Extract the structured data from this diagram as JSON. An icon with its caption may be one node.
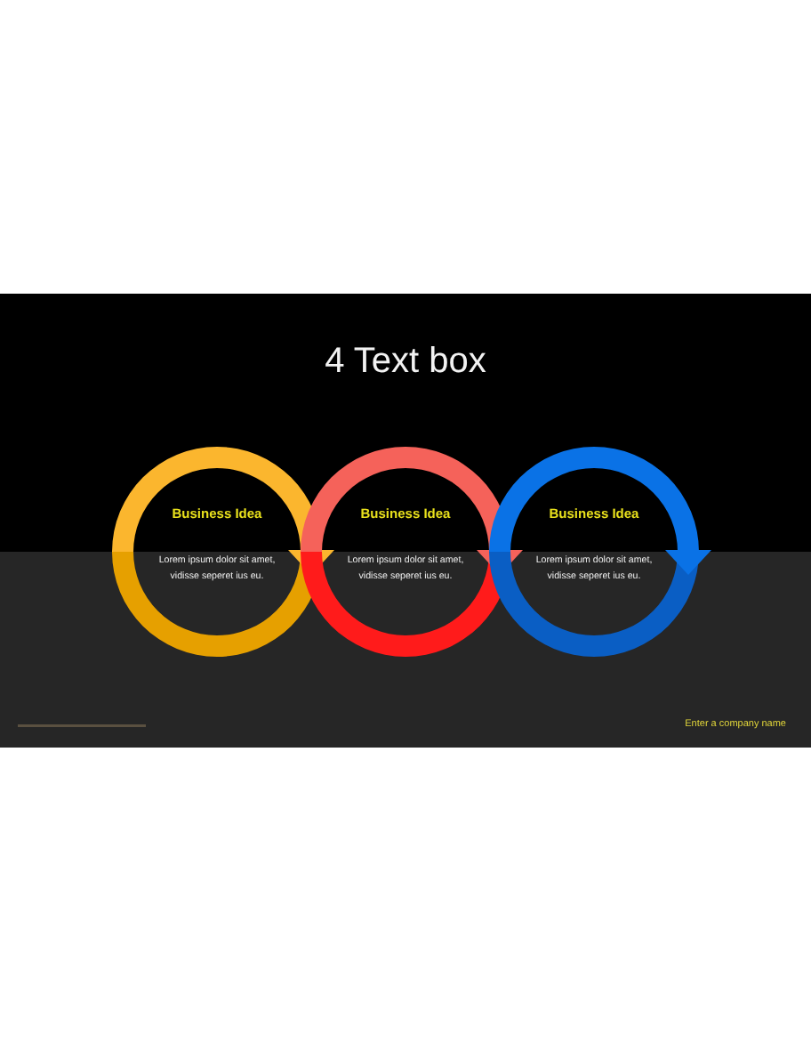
{
  "diagram": {
    "title": "4 Text box",
    "nodes": [
      {
        "text": [
          "Business Idea",
          "Lorem ipsum dolor sit amet, vidisse seperet ius eu."
        ]
      },
      {
        "text": [
          "Business Idea",
          "Lorem ipsum dolor sit amet, vidisse seperet ius eu."
        ]
      },
      {
        "text": [
          "Business Idea",
          "Lorem ipsum dolor sit amet, vidisse seperet ius eu."
        ]
      }
    ],
    "labels": [
      "Enter a company name"
    ]
  }
}
